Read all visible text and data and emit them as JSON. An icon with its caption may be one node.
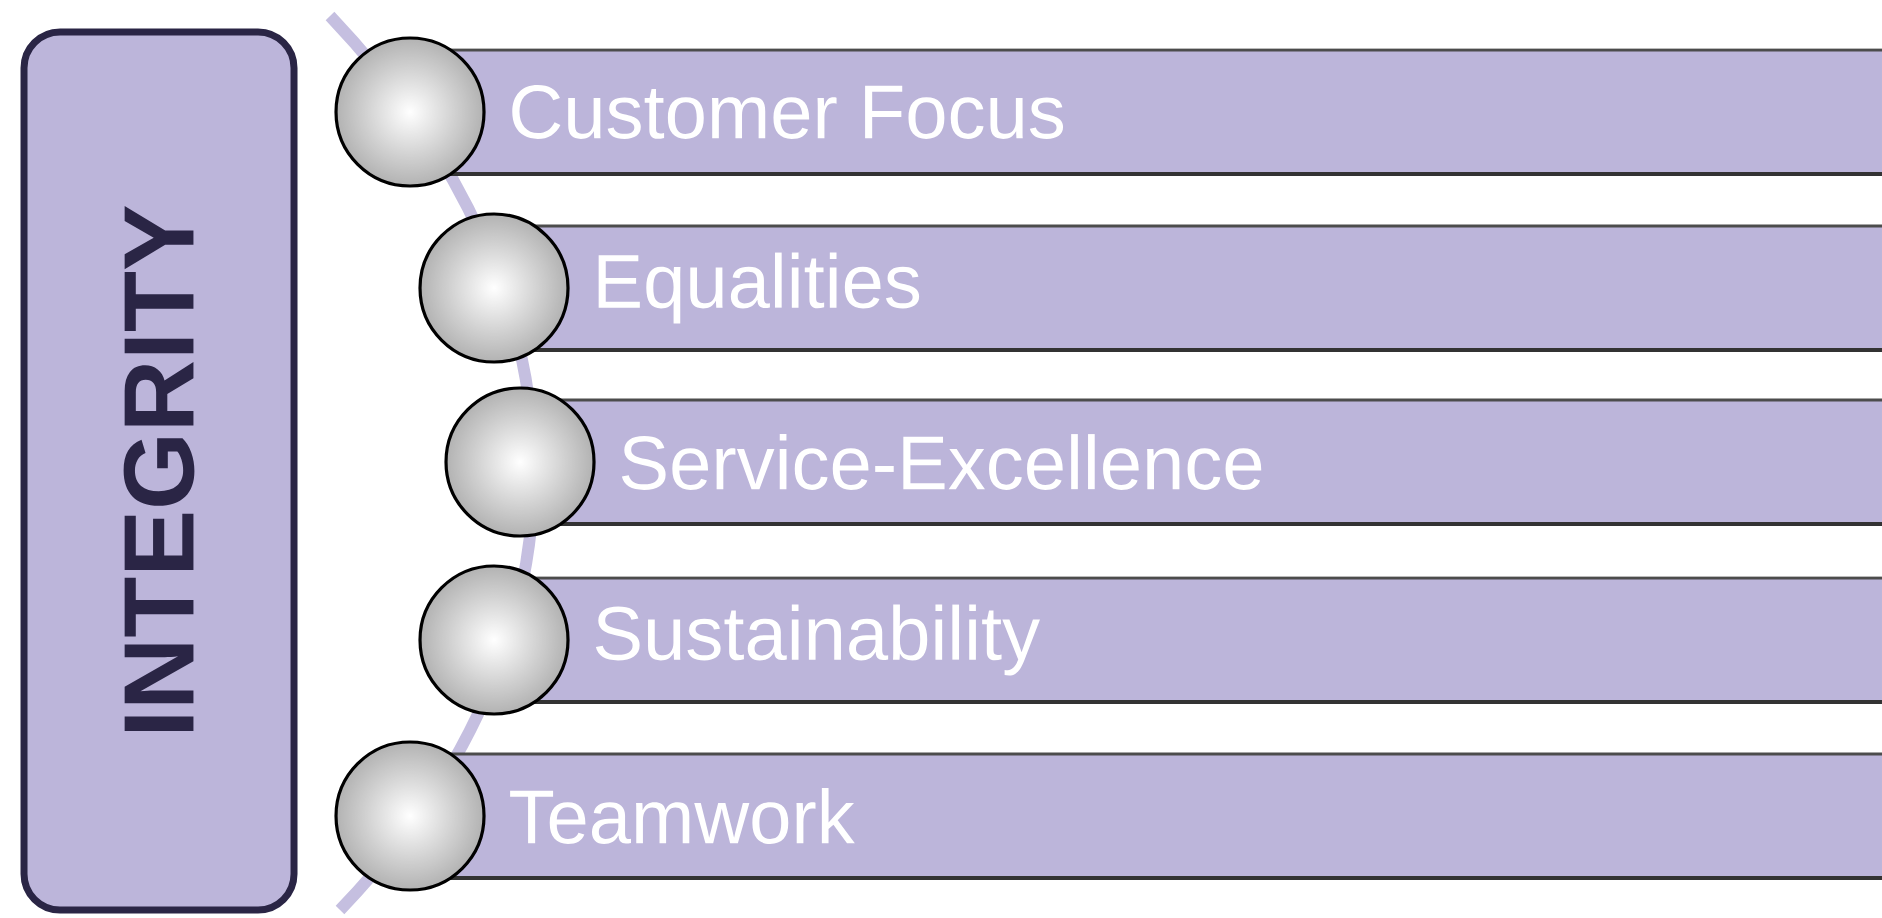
{
  "diagram": {
    "nodes": [
      {
        "text": [
          "INTEGRITY"
        ]
      },
      {
        "text": [
          "Customer Focus"
        ]
      },
      {
        "text": [
          "Equalities"
        ]
      },
      {
        "text": [
          "Service-Excellence"
        ]
      },
      {
        "text": [
          "Sustainability"
        ]
      },
      {
        "text": [
          "Teamwork"
        ]
      }
    ]
  }
}
